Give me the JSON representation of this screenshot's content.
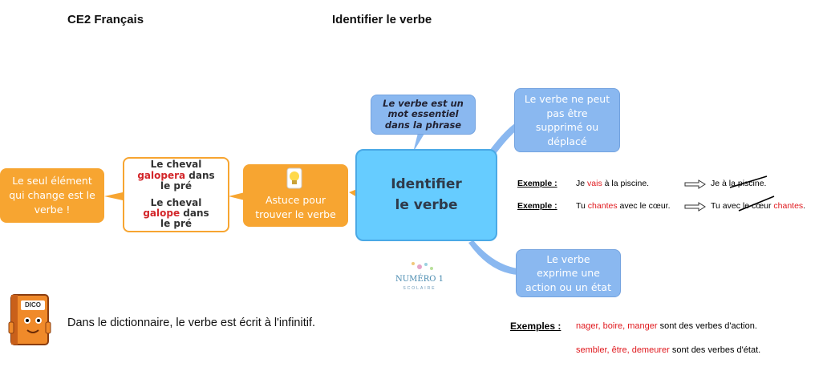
{
  "header": {
    "subject": "CE2 Français",
    "title": "Identifier le verbe"
  },
  "center_node": {
    "line1": "Identifier",
    "line2": "le verbe"
  },
  "top_note": {
    "line1": "Le verbe est un",
    "line2": "mot essentiel",
    "line3": "dans la phrase"
  },
  "right_top_node": {
    "line1": "Le verbe ne peut",
    "line2": "pas être",
    "line3": "supprimé ou",
    "line4": "déplacé"
  },
  "right_bottom_node": {
    "line1": "Le verbe",
    "line2": "exprime une",
    "line3": "action ou un état"
  },
  "tip_node": {
    "line1": "Astuce pour",
    "line2": "trouver le verbe"
  },
  "left_node": {
    "line1": "Le seul élément",
    "line2": "qui change est le",
    "line3": "verbe !"
  },
  "example_card": {
    "s1_a": "Le cheval",
    "s1_verb": "galopera",
    "s1_b": "dans",
    "s1_c": "le pré",
    "s2_a": "Le cheval",
    "s2_verb": "galope",
    "s2_b": "dans",
    "s2_c": "le pré"
  },
  "examples": {
    "label": "Exemple :",
    "ex1": {
      "a": "Je",
      "verb": "vais",
      "b": "à la piscine.",
      "res_a": "Je à la ",
      "res_struck": "piscine",
      "res_b": "."
    },
    "ex2": {
      "a": "Tu",
      "verb": "chantes",
      "b": "avec le cœur.",
      "res_a": "Tu avec le ",
      "res_struck": "cœur",
      "res_verb": "chantes",
      "res_b": "."
    }
  },
  "examples_plural": {
    "label": "Exemples :",
    "line1_verbs": "nager, boire, manger",
    "line1_rest": "sont des verbes d'action.",
    "line2_verbs": "sembler, être, demeurer",
    "line2_rest": "sont des verbes d'état."
  },
  "dictionary": {
    "icon_text": "DICO",
    "sentence": "Dans le dictionnaire, le verbe est écrit à l'infinitif."
  },
  "logo": {
    "main": "NUMÉRO 1",
    "sub": "SCOLAIRE"
  },
  "colors": {
    "orange": "#f7a531",
    "blue": "#8ab8f0",
    "center": "#66ccff",
    "red": "#e0191e"
  }
}
